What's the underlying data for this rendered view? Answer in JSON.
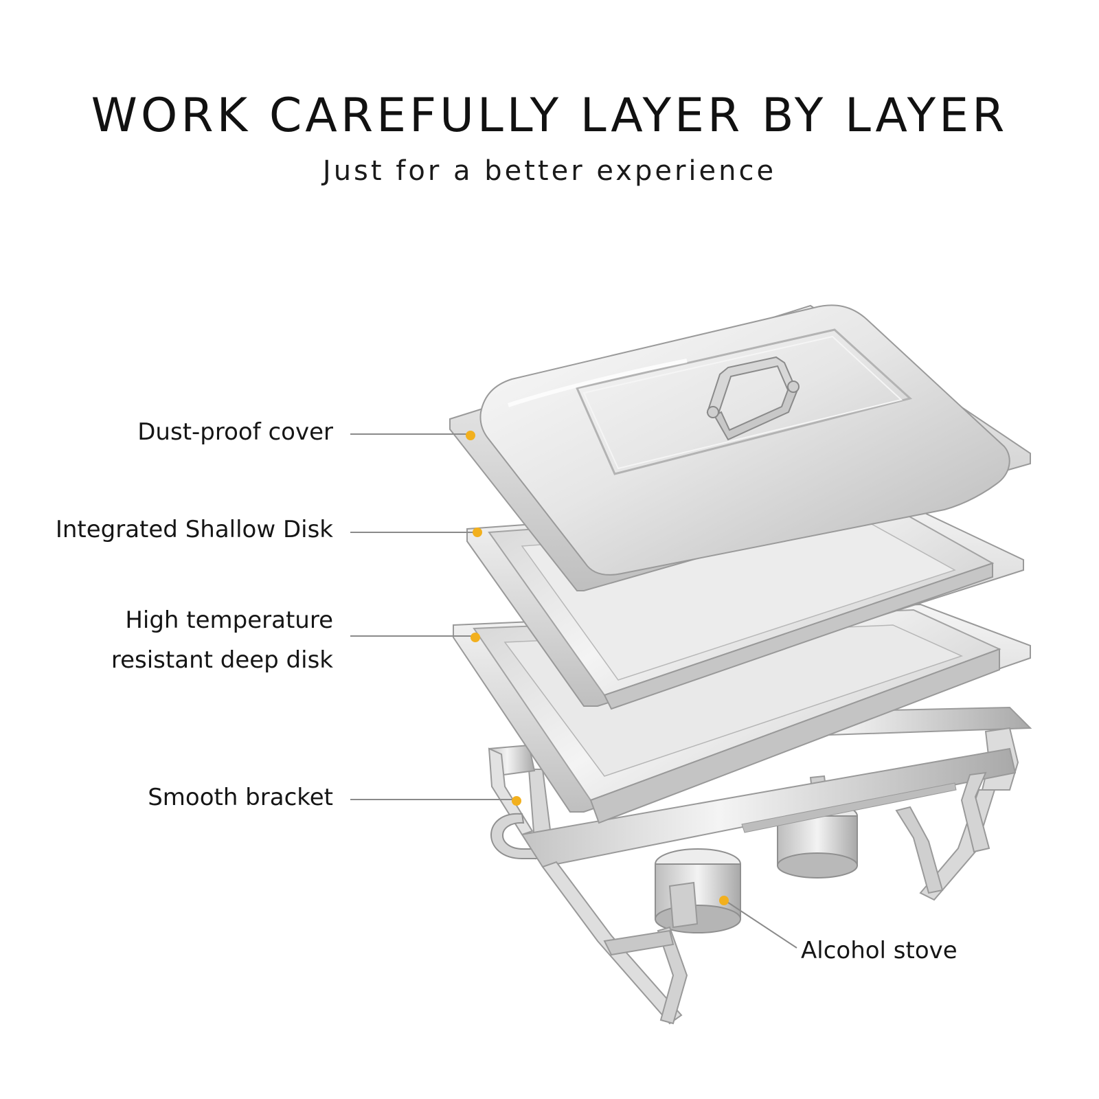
{
  "header": {
    "title": "WORK CAREFULLY LAYER BY LAYER",
    "subtitle": "Just for a better experience"
  },
  "colors": {
    "accent": "#F2B01E",
    "leader_line": "#8a8a8a",
    "steel_light": "#f2f2f2",
    "steel_mid": "#cfcfcf",
    "steel_dark": "#8e8e8e"
  },
  "callouts": {
    "cover": "Dust-proof cover",
    "shallow": "Integrated Shallow Disk",
    "deep_line1": "High temperature",
    "deep_line2": "resistant deep disk",
    "bracket": "Smooth bracket",
    "stove": "Alcohol stove"
  }
}
